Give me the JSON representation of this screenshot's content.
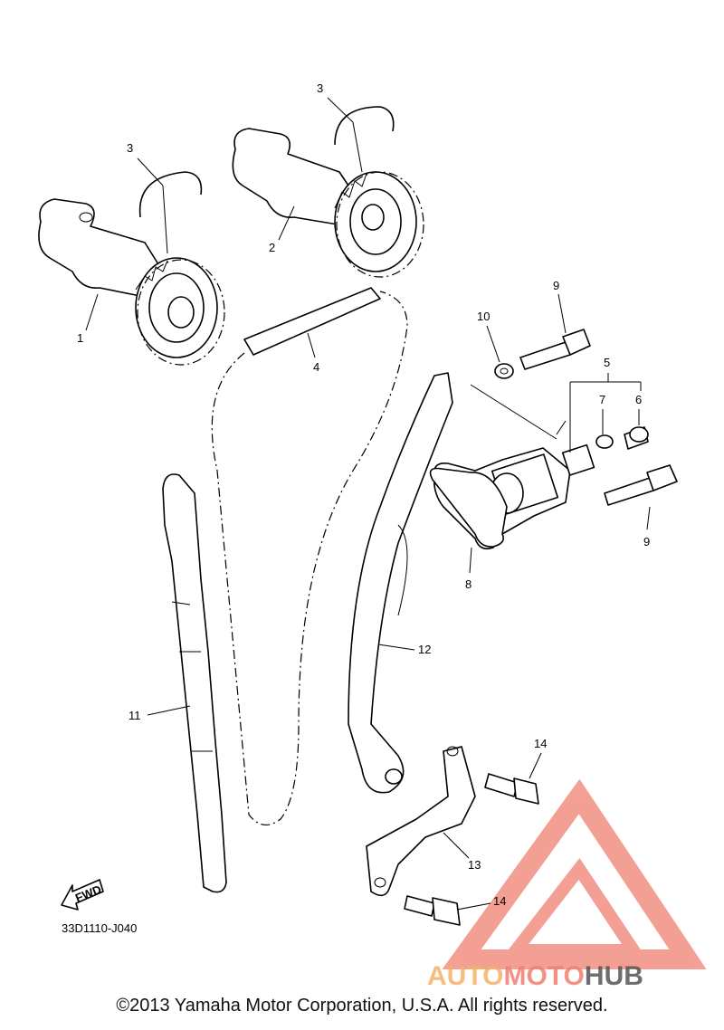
{
  "diagram": {
    "code": "33D1110-J040",
    "fwd_label": "FWD",
    "callouts": [
      "1",
      "2",
      "3",
      "3",
      "4",
      "5",
      "6",
      "7",
      "8",
      "9",
      "9",
      "10",
      "11",
      "12",
      "13",
      "14",
      "14"
    ]
  },
  "watermark": {
    "part1": "AUTO",
    "part2": "MOTO",
    "part3": "HUB",
    "color_primary": "#f08070",
    "color_secondary": "#f5b26b",
    "color_dark": "#555555"
  },
  "footer": {
    "copyright": "©2013 Yamaha Motor Corporation, U.S.A. All rights reserved."
  }
}
